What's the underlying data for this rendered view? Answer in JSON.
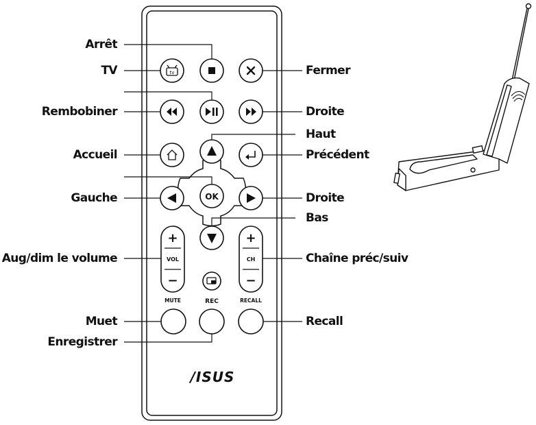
{
  "labels": {
    "arret": "Arrêt",
    "tv": "TV",
    "fermer": "Fermer",
    "rembobiner": "Rembobiner",
    "droite_forward": "Droite",
    "haut": "Haut",
    "accueil": "Accueil",
    "precedent": "Précédent",
    "gauche": "Gauche",
    "droite": "Droite",
    "bas": "Bas",
    "volume": "Aug/dim le volume",
    "chaine": "Chaîne préc/suiv",
    "muet": "Muet",
    "recall": "Recall",
    "enregistrer": "Enregistrer"
  },
  "remote": {
    "ok_label": "OK",
    "vol_label": "VOL",
    "ch_label": "CH",
    "plus": "+",
    "minus": "−",
    "mute_label": "MUTE",
    "rec_label": "REC",
    "recall_label": "RECALL",
    "brand": "/ISUS"
  },
  "colors": {
    "ink": "#111111",
    "remote_fill": "#ffffff",
    "device_fill": "#ffffff"
  }
}
